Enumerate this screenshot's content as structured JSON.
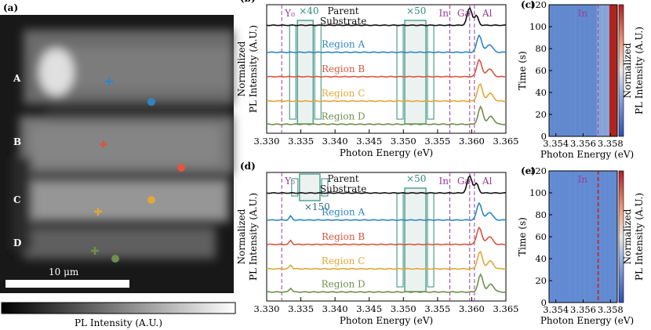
{
  "panels": {
    "a": {
      "label": "(a)",
      "regions": [
        "A",
        "B",
        "C",
        "D"
      ],
      "scalebar": "10 μm",
      "colorbar_label": "PL Intensity (A.U.)"
    },
    "c": {
      "label": "(c)",
      "marker": "In",
      "colorbar_label": "Normalized\nPL Intensity (A.U.)"
    },
    "e": {
      "label": "(e)",
      "marker": "In",
      "colorbar_label": "Normalized\nPL Intensity (A.U.)"
    }
  },
  "colors": {
    "parent": "#111111",
    "region_a": "#2e86c1",
    "region_b": "#d9553f",
    "region_c": "#e0a838",
    "region_d": "#6f8f4f",
    "marker_purple": "#9a3c9a",
    "inset_teal": "#2e8c7a"
  },
  "chart_data": [
    {
      "id": "b",
      "label": "(b)",
      "type": "line",
      "xlabel": "Photon Energy (eV)",
      "ylabel": "Normalized\nPL Intensity (A.U.)",
      "xlim": [
        3.33,
        3.365
      ],
      "xticks": [
        "3.330",
        "3.335",
        "3.340",
        "3.345",
        "3.350",
        "3.355",
        "3.360",
        "3.365"
      ],
      "series": [
        {
          "name": "Parent\nSubstrate"
        },
        {
          "name": "Region A"
        },
        {
          "name": "Region B"
        },
        {
          "name": "Region C"
        },
        {
          "name": "Region D"
        }
      ],
      "markers": [
        {
          "text": "Y₀",
          "x": 3.3322
        },
        {
          "text": "In",
          "x": 3.3568
        },
        {
          "text": "Ga",
          "x": 3.3597
        },
        {
          "text": "Al",
          "x": 3.3604
        }
      ],
      "insets": [
        {
          "text": "×40",
          "x0": 3.3345,
          "x1": 3.3368
        },
        {
          "text": "×50",
          "x0": 3.3502,
          "x1": 3.3533
        }
      ]
    },
    {
      "id": "d",
      "label": "(d)",
      "type": "line",
      "xlabel": "Photon Energy (eV)",
      "ylabel": "Normalized\nPL Intensity (A.U.)",
      "xlim": [
        3.33,
        3.365
      ],
      "xticks": [
        "3.330",
        "3.335",
        "3.340",
        "3.345",
        "3.350",
        "3.355",
        "3.360",
        "3.365"
      ],
      "series": [
        {
          "name": "Parent\nSubstrate"
        },
        {
          "name": "Region A"
        },
        {
          "name": "Region B"
        },
        {
          "name": "Region C"
        },
        {
          "name": "Region D"
        }
      ],
      "markers": [
        {
          "text": "Y₀",
          "x": 3.3322
        },
        {
          "text": "In",
          "x": 3.3568
        },
        {
          "text": "Ga",
          "x": 3.3597
        },
        {
          "text": "Al",
          "x": 3.3604
        }
      ],
      "insets": [
        {
          "text": "×150",
          "x0": 3.3348,
          "x1": 3.3378
        },
        {
          "text": "×50",
          "x0": 3.3502,
          "x1": 3.3533
        }
      ]
    },
    {
      "id": "c",
      "type": "heatmap",
      "xlabel": "Photon Energy (eV)",
      "ylabel": "Time (s)",
      "xlim": [
        3.3535,
        3.3585
      ],
      "ylim": [
        0,
        120
      ],
      "xticks": [
        "3.354",
        "3.356",
        "3.358"
      ],
      "yticks": [
        "0",
        "20",
        "40",
        "60",
        "80",
        "100",
        "120"
      ],
      "in_line_x": 3.3571
    },
    {
      "id": "e",
      "type": "heatmap",
      "xlabel": "Photon Energy (eV)",
      "ylabel": "Time (s)",
      "xlim": [
        3.3535,
        3.3585
      ],
      "ylim": [
        0,
        120
      ],
      "xticks": [
        "3.354",
        "3.356",
        "3.358"
      ],
      "yticks": [
        "0",
        "20",
        "40",
        "60",
        "80",
        "100",
        "120"
      ],
      "in_line_x": 3.3571
    }
  ]
}
